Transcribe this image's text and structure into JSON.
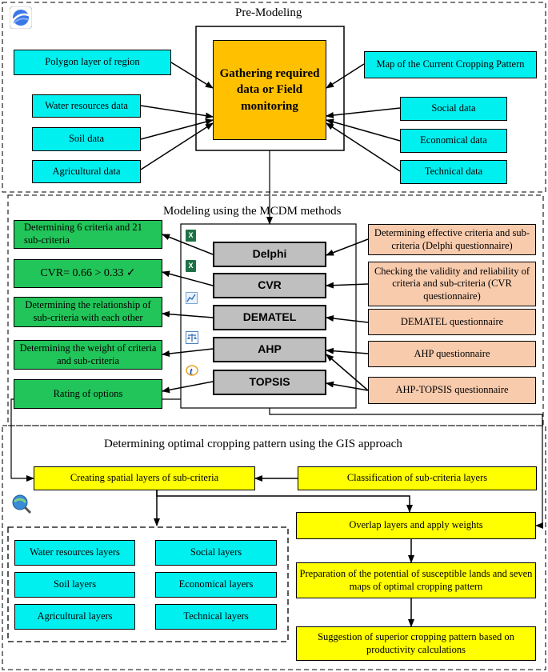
{
  "sections": {
    "pre_modeling": "Pre-Modeling",
    "modeling": "Modeling using the MCDM methods",
    "gis": "Determining optimal cropping pattern using the GIS approach"
  },
  "pre_modeling": {
    "center": "Gathering required data or Field monitoring",
    "left_inputs": [
      "Polygon layer of region",
      "Water resources data",
      "Soil data",
      "Agricultural data"
    ],
    "right_inputs": [
      "Map of the Current Cropping Pattern",
      "Social data",
      "Economical data",
      "Technical data"
    ]
  },
  "modeling": {
    "methods": [
      "Delphi",
      "CVR",
      "DEMATEL",
      "AHP",
      "TOPSIS"
    ],
    "outputs": [
      "Determining 6 criteria and 21 sub-criteria",
      "CVR= 0.66 > 0.33 ✓",
      "Determining the relationship of sub-criteria with each other",
      "Determining the weight of criteria and sub-criteria",
      "Rating of options"
    ],
    "questionnaires": [
      "Determining effective criteria and sub-criteria (Delphi questionnaire)",
      "Checking the validity and reliability of criteria and sub-criteria (CVR questionnaire)",
      "DEMATEL questionnaire",
      "AHP questionnaire",
      "AHP-TOPSIS questionnaire"
    ]
  },
  "gis": {
    "create_layers": "Creating spatial layers of sub-criteria",
    "classification": "Classification of sub-criteria layers",
    "overlap": "Overlap layers and apply weights",
    "preparation": "Preparation of the potential of susceptible lands and seven maps of optimal cropping pattern",
    "suggestion": "Suggestion of superior cropping pattern based on productivity calculations",
    "layers_left": [
      "Water resources layers",
      "Soil layers",
      "Agricultural layers"
    ],
    "layers_right": [
      "Social layers",
      "Economical layers",
      "Technical layers"
    ]
  },
  "colors": {
    "cyan": "#00f0f0",
    "orange": "#ffc000",
    "green": "#22c55a",
    "peach": "#f8cbad",
    "gray": "#bfbfbf",
    "yellow": "#ffff00"
  },
  "icons": [
    "google-earth-icon",
    "excel-icon",
    "spss-icon",
    "expert-choice-icon",
    "topsis-software-icon",
    "arcgis-icon"
  ]
}
